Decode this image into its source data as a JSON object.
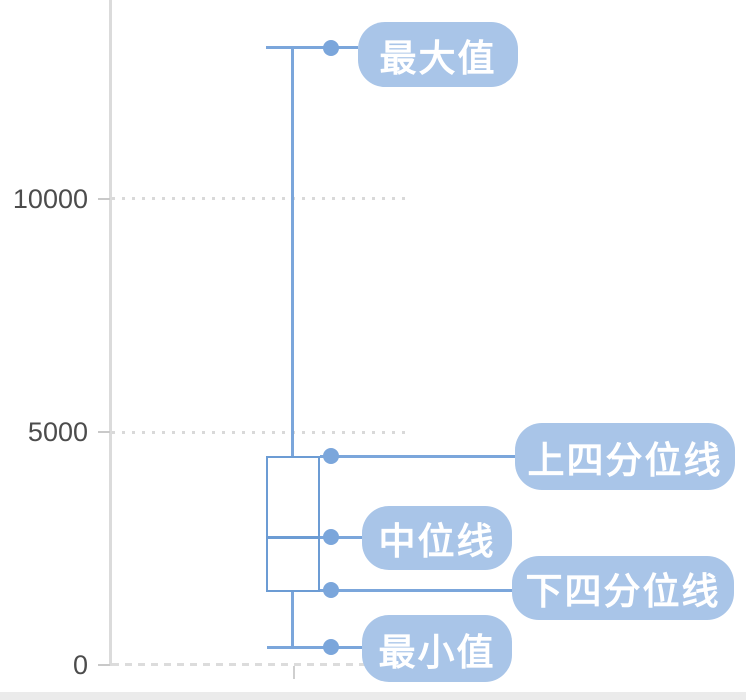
{
  "chart": {
    "y_axis": {
      "ticks": [
        {
          "label": "10000"
        },
        {
          "label": "5000"
        },
        {
          "label": "0"
        }
      ]
    },
    "callouts": {
      "max": {
        "label": "最大值"
      },
      "q3": {
        "label": "上四分位线"
      },
      "median": {
        "label": "中位线"
      },
      "q1": {
        "label": "下四分位线"
      },
      "min": {
        "label": "最小值"
      }
    },
    "colors": {
      "line_blue": "#7ba6db",
      "box_border_blue": "#6c9cd4",
      "callout_bg": "#a9c5e8",
      "callout_text": "#ffffff",
      "axis_gray": "#dbdbdb",
      "grid_gray": "#d9d9d9",
      "tick_text_gray": "#4c4c4c"
    }
  },
  "chart_data": {
    "type": "boxplot",
    "title": "",
    "xlabel": "",
    "ylabel": "",
    "ylim": [
      0,
      14300
    ],
    "y_tick_values": [
      0,
      5000,
      10000
    ],
    "grid": "dotted horizontal gridlines at y ticks, dashed zero line",
    "legend_position": "none",
    "series": [
      {
        "name": "box-1",
        "min": 400,
        "q1": 1600,
        "median": 2700,
        "q3": 4500,
        "max": 13300
      }
    ],
    "annotations": [
      {
        "text": "最大值",
        "meaning": "maximum",
        "value": 13300
      },
      {
        "text": "上四分位线",
        "meaning": "upper quartile line",
        "value": 4500
      },
      {
        "text": "中位线",
        "meaning": "median line",
        "value": 2700
      },
      {
        "text": "下四分位线",
        "meaning": "lower quartile line",
        "value": 1600
      },
      {
        "text": "最小值",
        "meaning": "minimum",
        "value": 400
      }
    ]
  }
}
